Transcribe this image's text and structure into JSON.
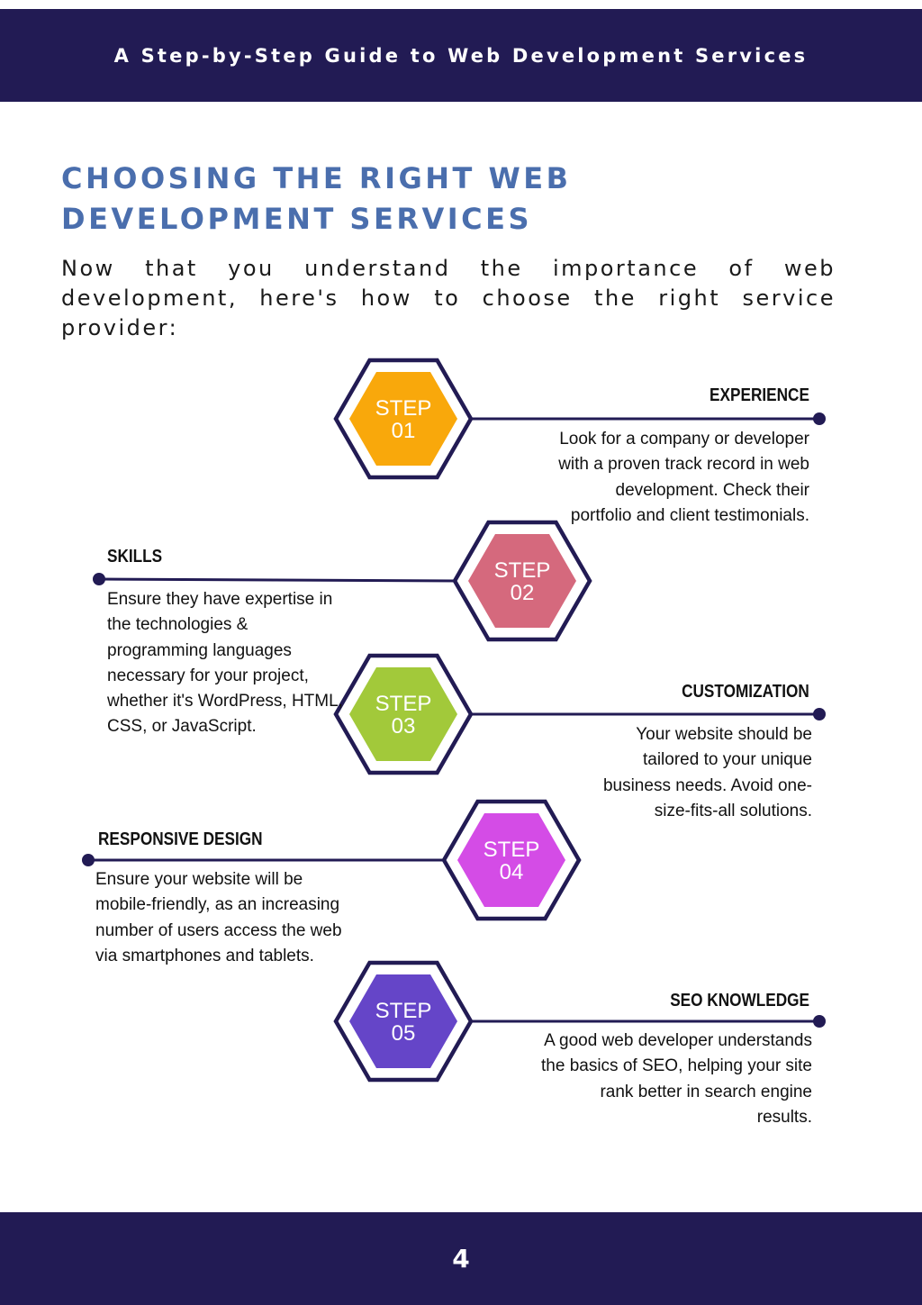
{
  "header": {
    "title": "A Step-by-Step Guide to Web Development Services"
  },
  "title": "CHOOSING THE RIGHT WEB DEVELOPMENT SERVICES",
  "intro": "Now that you understand the importance of web development, here's how to choose the right service provider:",
  "steps": [
    {
      "badge_word": "STEP",
      "badge_number": "01",
      "color": "#f9a80b",
      "heading": "EXPERIENCE",
      "lines": [
        "Look for a company or developer",
        "with a proven track record in web",
        "development. Check their",
        "portfolio and client testimonials."
      ]
    },
    {
      "badge_word": "STEP",
      "badge_number": "02",
      "color": "#d5697d",
      "heading": "SKILLS",
      "lines": [
        "Ensure they have expertise in",
        "the technologies &",
        "programming languages",
        "necessary for your project,",
        "whether it's WordPress, HTML,",
        "CSS, or JavaScript."
      ]
    },
    {
      "badge_word": "STEP",
      "badge_number": "03",
      "color": "#a2c93a",
      "heading": "CUSTOMIZATION",
      "lines": [
        "Your website should be",
        "tailored to your unique",
        "business needs. Avoid one-",
        "size-fits-all solutions."
      ]
    },
    {
      "badge_word": "STEP",
      "badge_number": "04",
      "color": "#d44ce6",
      "heading": "RESPONSIVE DESIGN",
      "lines": [
        "Ensure your website will be",
        "mobile-friendly, as an increasing",
        "number of users access the web",
        "via smartphones and tablets."
      ]
    },
    {
      "badge_word": "STEP",
      "badge_number": "05",
      "color": "#6545c8",
      "heading": "SEO KNOWLEDGE",
      "lines": [
        "A good web developer understands",
        "the basics of SEO, helping your site",
        "rank better in search engine",
        "results."
      ]
    }
  ],
  "colors": {
    "navy": "#221b54",
    "title_blue": "#4a6ead"
  },
  "footer": {
    "page_number": "4"
  }
}
